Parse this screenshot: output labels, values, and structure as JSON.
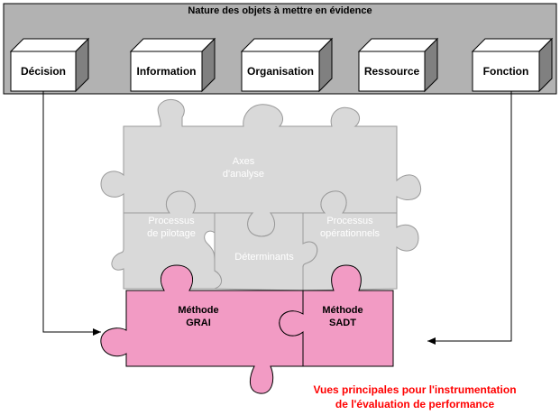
{
  "header": {
    "title": "Nature des objets à mettre en évidence"
  },
  "objects": [
    {
      "label": "Décision"
    },
    {
      "label": "Information"
    },
    {
      "label": "Organisation"
    },
    {
      "label": "Ressource"
    },
    {
      "label": "Fonction"
    }
  ],
  "puzzle": {
    "axes": [
      "Axes",
      "d'analyse"
    ],
    "pilotage": [
      "Processus",
      "de pilotage"
    ],
    "operationnels": [
      "Processus",
      "opérationnels"
    ],
    "determinants": "Déterminants",
    "grai": [
      "Méthode",
      "GRAI"
    ],
    "sadt": [
      "Méthode",
      "SADT"
    ]
  },
  "caption": [
    "Vues principales pour l'instrumentation",
    "de l'évaluation de performance"
  ],
  "colors": {
    "header_bg": "#b2b2b2",
    "piece_grey": "#d9d9d9",
    "piece_pink": "#f29bc4",
    "caption": "#ff0000"
  }
}
